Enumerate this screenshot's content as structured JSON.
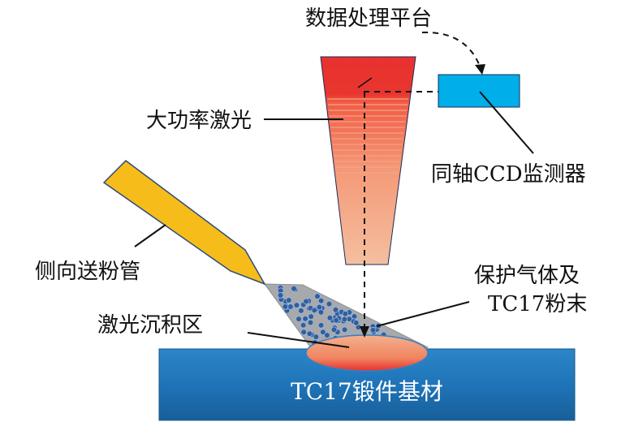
{
  "labels": {
    "processing_platform": "数据处理平台",
    "high_power_laser": "大功率激光",
    "coaxial_ccd": "同轴CCD监测器",
    "side_powder_tube": "侧向送粉管",
    "shield_gas_line1": "保护气体及",
    "shield_gas_line2": "TC17粉末",
    "deposition_zone": "激光沉积区",
    "substrate": "TC17锻件基材"
  },
  "colors": {
    "laser_top": "#e8312f",
    "laser_bottom": "#f4bf9f",
    "ccd_box": "#00aeea",
    "nozzle": "#f6bd1a",
    "powder_cone": "#a7a9ac",
    "powder_particles": "#2f5f9e",
    "substrate": "#1f74b8",
    "melt_pool_outer": "#e8312f",
    "melt_pool_inner": "#f3a07b"
  },
  "icons": {
    "nozzle": "powder-nozzle-shape",
    "ccd": "ccd-box-shape"
  }
}
